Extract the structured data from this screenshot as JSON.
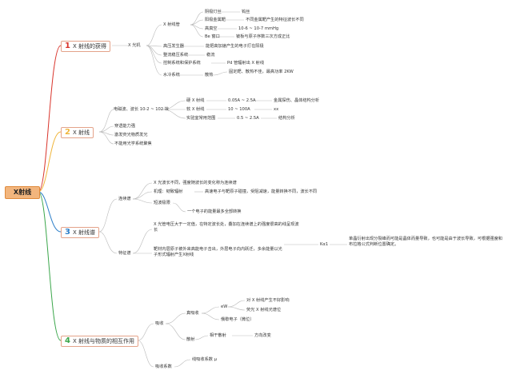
{
  "root": "X射线",
  "branches": [
    {
      "num": "1",
      "label": "X 射线的获得"
    },
    {
      "num": "2",
      "label": "X 射线"
    },
    {
      "num": "3",
      "label": "X 射线谱"
    },
    {
      "num": "4",
      "label": "X 射线与物质的相互作用"
    }
  ],
  "b1": {
    "xgj": "X 光机",
    "xsg": "X 射线管",
    "rows": [
      {
        "a": "阴极灯丝",
        "b": "钨丝"
      },
      {
        "a": "阳极金属靶",
        "b": "不同金属靶产生的特征波长不同"
      },
      {
        "a": "高真空",
        "b": "10-6 ~ 10-7 mmHg"
      },
      {
        "a": "Be 窗口",
        "b": "铍板与原子序数三次方成正比"
      }
    ],
    "gaoya": "高压发生器",
    "gaoya_desc": "能把高加速产生的电子打在阳极",
    "wending": "整流稳压系统",
    "wending_b": "稳流",
    "kongzhi": "控制系统和保护系统",
    "kongzhi_b": "Pd 管辐射出 X 射线",
    "shuileng": "水冷系统",
    "sanre": "散热",
    "sanre_b": "固定靶、散热不佳，最高功率 2KW"
  },
  "b2": {
    "bochang": "电磁波、波长 10-2 ~ 102 埃",
    "rows": [
      {
        "a": "硬 X 射线",
        "b": "0.05A ~ 2.5A",
        "c": "金属探伤、晶体结构分析"
      },
      {
        "a": "软 X 射线",
        "b": "10 ~ 100A",
        "c": "xx"
      },
      {
        "a": "实验室常用范围",
        "b": "0.5 ~ 2.5A",
        "c": "结构分析"
      }
    ],
    "props": [
      "穿透能力强",
      "激发荧光物质发光",
      "不能用光学系统聚焦"
    ]
  },
  "b3": {
    "lianxu": "连续谱",
    "l1": "X 光波长不同，强度随波长的变化称为连续谱",
    "jili": "机理：韧致辐射",
    "jili_b": "高速电子与靶原子碰撞，受阻减速，能量转换不同，波长不同",
    "duanbo": "短波极限",
    "duanbo_b": "一个电子的能量最多全部转换",
    "tezheng": "特征谱",
    "t1": "X 光管电压大于一定值，在特定波长处，叠加在连续谱上的强度很高的线呈现波长",
    "t2": "靶材内层原子被外来高能电子击出，外层电子向内跃迁，多余能量以光子形式辐射产生X射线",
    "ka": "Kα1",
    "ka_desc": "单晶衍射出现分裂峰而可能是晶体而量导致，也可能是由于波长导致，可根据强度和布拉格公式判断位置确定。"
  },
  "b4": {
    "xishou": "吸收",
    "zhenxishou": "真吸收",
    "ew": "eW",
    "r1": "对 X 射线产生不好影响",
    "r2": "荧光 X 射线光谱位",
    "r3": "俄歇电子（微位）",
    "sanshe": "散射",
    "xiang": "相干散射",
    "xiang_b": "方向改变",
    "xishouxishu": "吸收系数",
    "xianxishou": "线吸收系数 μ"
  }
}
